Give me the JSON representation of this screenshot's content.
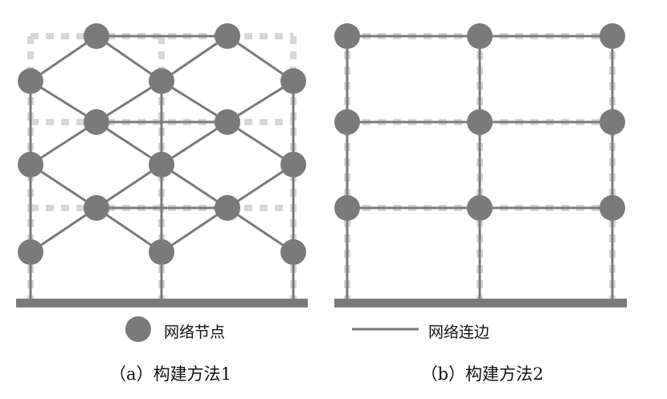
{
  "colors": {
    "node": "#7a7a7a",
    "edge": "#7a7a7a",
    "frame_dashed": "#d6d6d6",
    "ground": "#7a7a7a"
  },
  "legend": {
    "node_label": "网络节点",
    "edge_label": "网络连边"
  },
  "captions": {
    "a": "（a）构建方法1",
    "b": "（b）构建方法2"
  }
}
